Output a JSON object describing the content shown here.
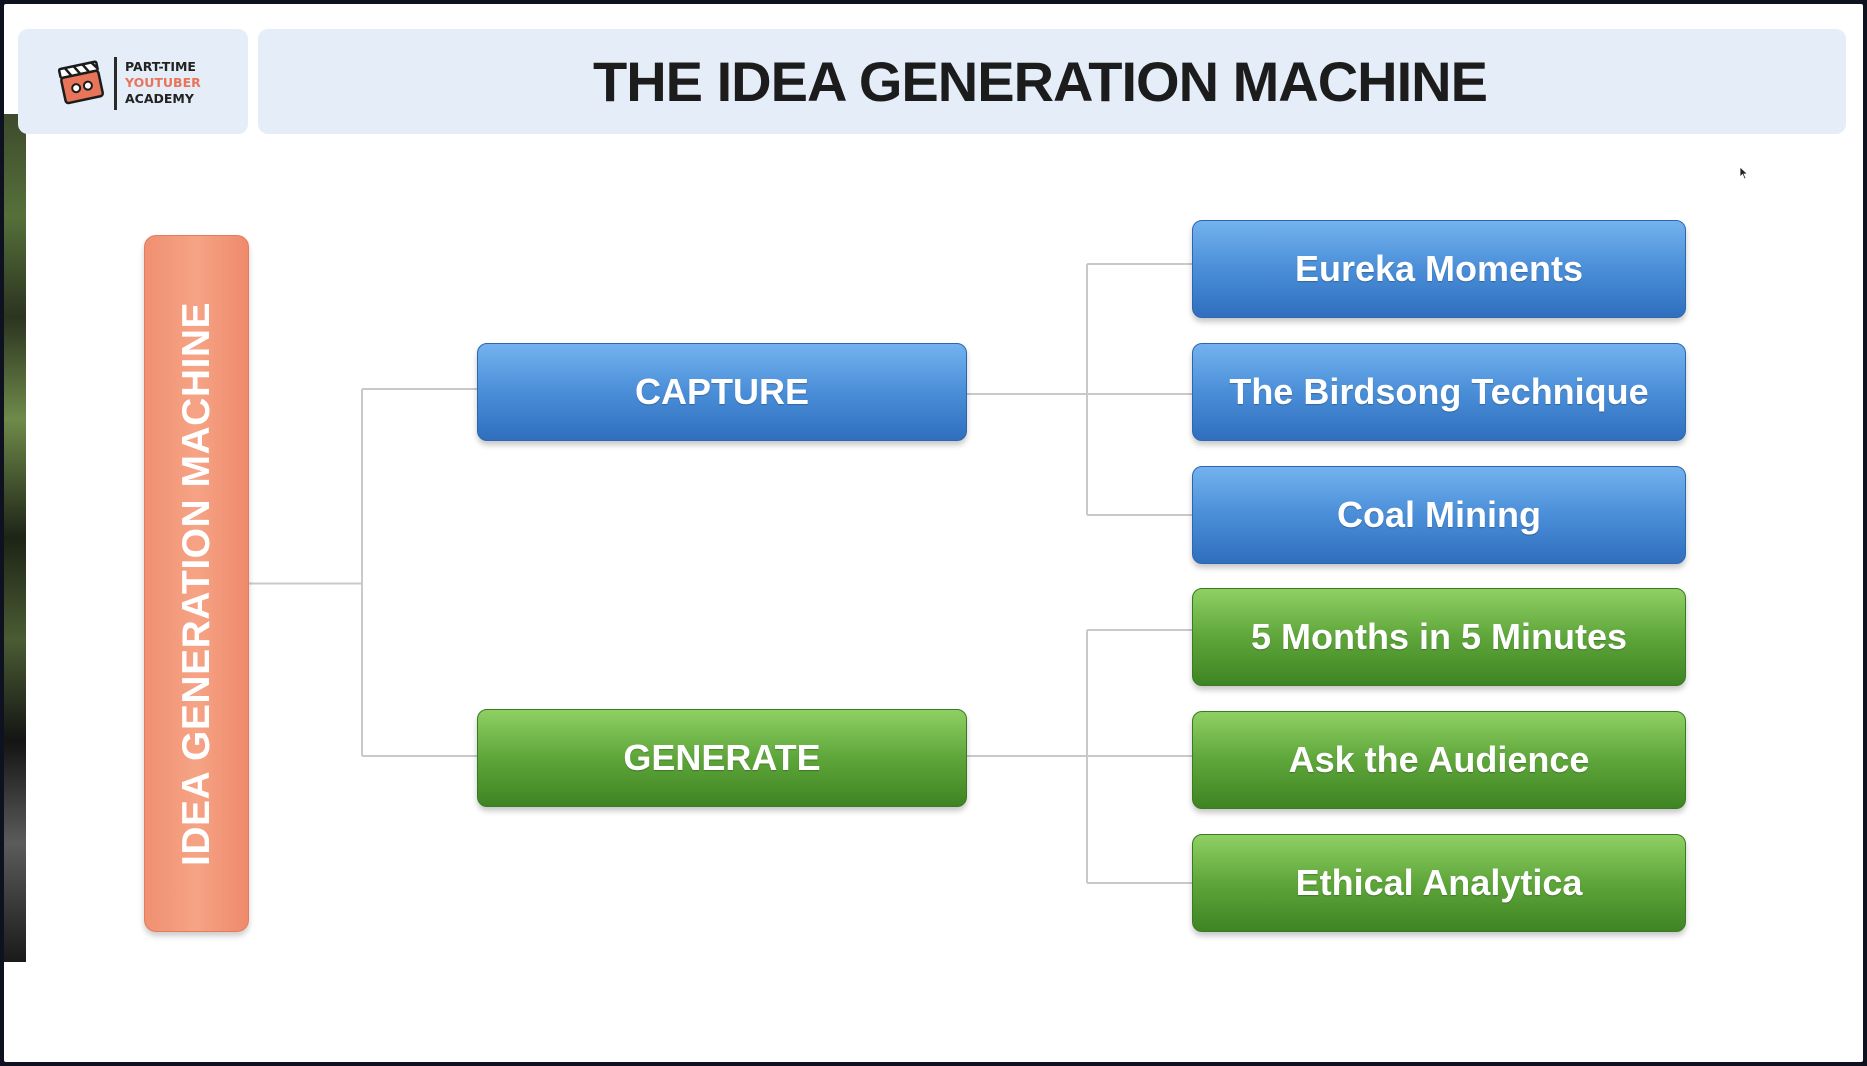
{
  "logo": {
    "icon": "film-clapper-icon",
    "line1": "PART-TIME",
    "line2": "YOUTUBER",
    "line3": "ACADEMY"
  },
  "title": "THE IDEA GENERATION MACHINE",
  "diagram": {
    "root": "IDEA GENERATION MACHINE",
    "branches": [
      {
        "label": "CAPTURE",
        "leaves": [
          "Eureka Moments",
          "The Birdsong Technique",
          "Coal Mining"
        ]
      },
      {
        "label": "GENERATE",
        "leaves": [
          "5 Months in 5 Minutes",
          "Ask the Audience",
          "Ethical Analytica"
        ]
      }
    ]
  },
  "colors": {
    "root": "#f29a7c",
    "capture": "#4a8ed8",
    "generate": "#5ea63a",
    "header_bg": "#e4edf8",
    "connector": "#c9c9c9"
  }
}
